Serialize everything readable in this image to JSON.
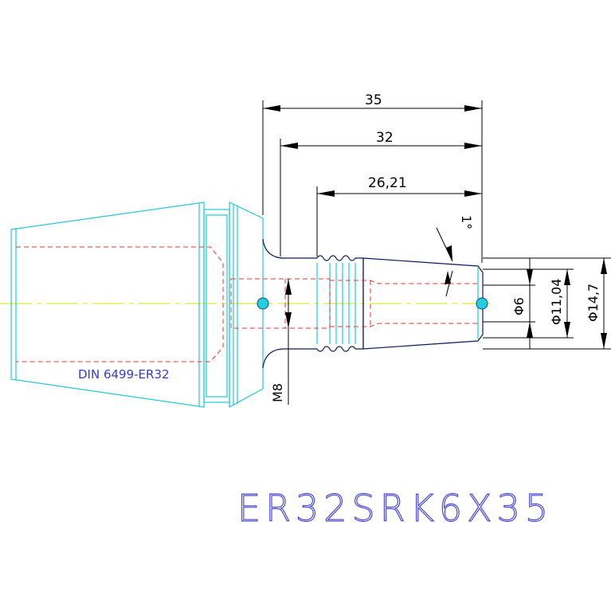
{
  "drawing": {
    "part_number": "ER32SRK6X35",
    "collet_label": "DIN 6499-ER32",
    "dimensions": {
      "overall_length": "35",
      "length_32": "32",
      "taper_length": "26,21",
      "taper_angle": "1°",
      "bore_diameter": "Φ6",
      "diameter_11": "Φ11,04",
      "diameter_14": "Φ14,7",
      "thread": "M8"
    },
    "colors": {
      "outline": "#20c8d8",
      "shank_outline": "#0d1a5c",
      "hidden_lines": "#ee3333",
      "centerline": "#e0e000",
      "labels": "#3a3acc"
    }
  }
}
